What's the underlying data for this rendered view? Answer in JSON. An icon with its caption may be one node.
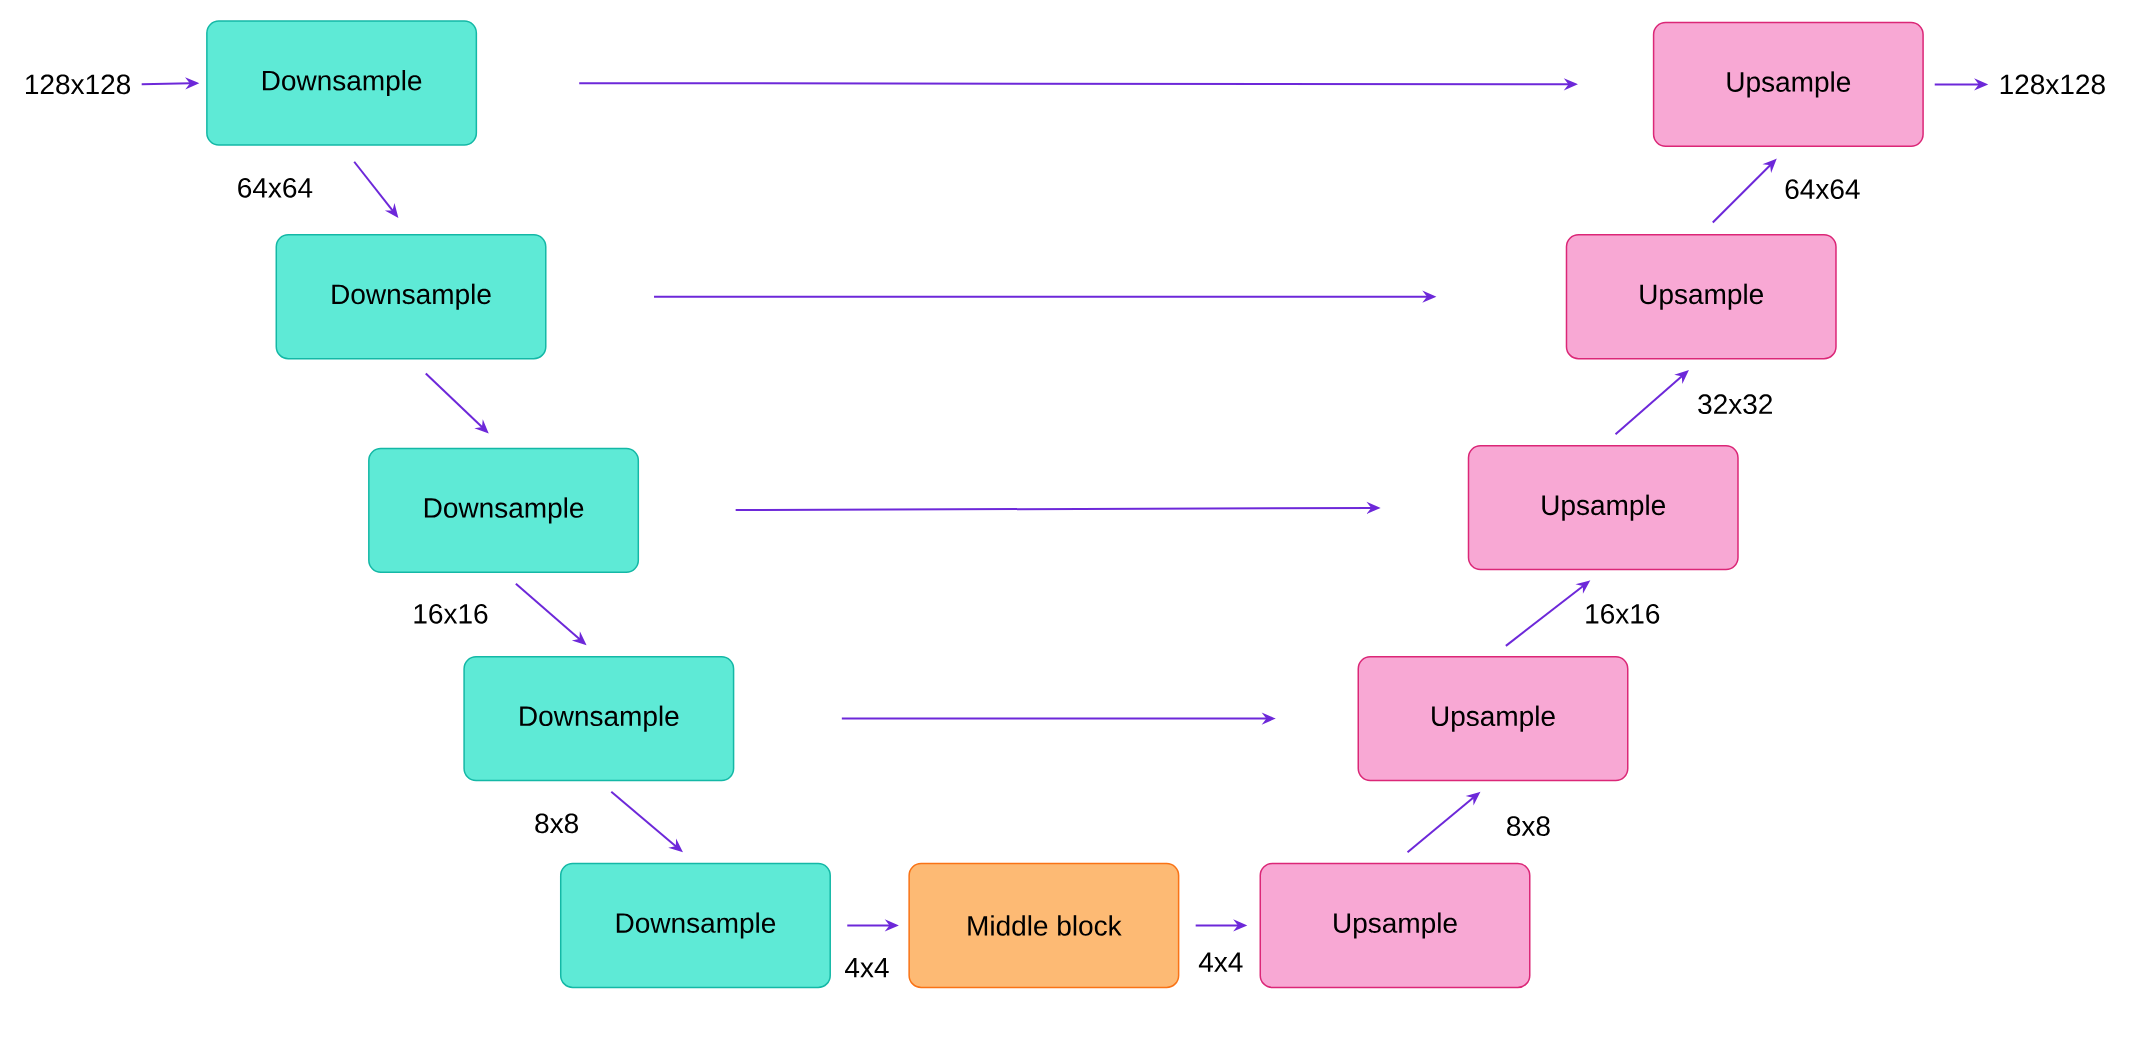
{
  "diagram": {
    "nodes": [
      {
        "text": [
          "128x128"
        ]
      },
      {
        "text": [
          "Downsample"
        ]
      },
      {
        "text": [
          "Downsample"
        ]
      },
      {
        "text": [
          "Downsample"
        ]
      },
      {
        "text": [
          "Downsample"
        ]
      },
      {
        "text": [
          "Downsample"
        ]
      },
      {
        "text": [
          "Middle block"
        ]
      },
      {
        "text": [
          "Upsample"
        ]
      },
      {
        "text": [
          "Upsample"
        ]
      },
      {
        "text": [
          "Upsample"
        ]
      },
      {
        "text": [
          "Upsample"
        ]
      },
      {
        "text": [
          "Upsample"
        ]
      },
      {
        "text": [
          "128x128"
        ]
      }
    ],
    "edges": [
      {
        "from": 0,
        "to": 1,
        "arrow": "to"
      },
      {
        "from": 1,
        "to": 2,
        "arrow": "to",
        "label": "64x64"
      },
      {
        "from": 2,
        "to": 3,
        "arrow": "to"
      },
      {
        "from": 3,
        "to": 4,
        "arrow": "to",
        "label": "16x16"
      },
      {
        "from": 4,
        "to": 5,
        "arrow": "to",
        "label": "8x8"
      },
      {
        "from": 5,
        "to": 6,
        "arrow": "to",
        "label": "4x4"
      },
      {
        "from": 6,
        "to": 7,
        "arrow": "to",
        "label": "4x4"
      },
      {
        "from": 7,
        "to": 8,
        "arrow": "to",
        "label": "8x8"
      },
      {
        "from": 8,
        "to": 9,
        "arrow": "to",
        "label": "16x16"
      },
      {
        "from": 9,
        "to": 10,
        "arrow": "to",
        "label": "32x32"
      },
      {
        "from": 10,
        "to": 11,
        "arrow": "to",
        "label": "64x64"
      },
      {
        "from": 11,
        "to": 12,
        "arrow": "to"
      },
      {
        "from": 1,
        "to": 11,
        "arrow": "to"
      },
      {
        "from": 2,
        "to": 10,
        "arrow": "to"
      },
      {
        "from": 3,
        "to": 9,
        "arrow": "to"
      },
      {
        "from": 4,
        "to": 8,
        "arrow": "to"
      }
    ]
  }
}
